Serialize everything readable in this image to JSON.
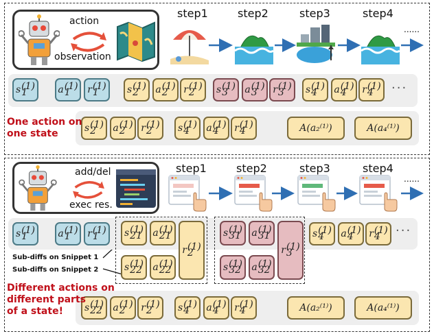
{
  "top": {
    "agent_labels": {
      "action": "action",
      "observation": "observation"
    },
    "steps": [
      "step1",
      "step2",
      "step3",
      "step4"
    ],
    "more": "......",
    "row1": [
      {
        "v": "s",
        "i": "1",
        "c": "blue"
      },
      {
        "v": "a",
        "i": "1",
        "c": "blue"
      },
      {
        "v": "r",
        "i": "1",
        "c": "blue"
      },
      {
        "v": "s",
        "i": "2",
        "c": "yellow"
      },
      {
        "v": "a",
        "i": "2",
        "c": "yellow"
      },
      {
        "v": "r",
        "i": "2",
        "c": "yellow"
      },
      {
        "v": "s",
        "i": "3",
        "c": "pink"
      },
      {
        "v": "a",
        "i": "3",
        "c": "pink"
      },
      {
        "v": "r",
        "i": "3",
        "c": "pink"
      },
      {
        "v": "s",
        "i": "4",
        "c": "yellow"
      },
      {
        "v": "a",
        "i": "4",
        "c": "yellow"
      },
      {
        "v": "r",
        "i": "4",
        "c": "yellow"
      }
    ],
    "row1_more": "···",
    "row2": [
      {
        "v": "s",
        "i": "2",
        "c": "yellow"
      },
      {
        "v": "a",
        "i": "2",
        "c": "yellow"
      },
      {
        "v": "r",
        "i": "2",
        "c": "yellow"
      },
      {
        "v": "s",
        "i": "4",
        "c": "yellow"
      },
      {
        "v": "a",
        "i": "4",
        "c": "yellow"
      },
      {
        "v": "r",
        "i": "4",
        "c": "yellow"
      }
    ],
    "adv": [
      "A(a₂⁽¹⁾)",
      "A(a₄⁽¹⁾)"
    ],
    "note_line1": "One action on",
    "note_line2": "one state"
  },
  "bottom": {
    "agent_labels": {
      "action": "add/del",
      "observation": "exec res."
    },
    "steps": [
      "step1",
      "step2",
      "step3",
      "step4"
    ],
    "more": "......",
    "row1_start": [
      {
        "v": "s",
        "i": "1",
        "c": "blue"
      },
      {
        "v": "a",
        "i": "1",
        "c": "blue"
      },
      {
        "v": "r",
        "i": "1",
        "c": "blue"
      }
    ],
    "group2": {
      "s_top": "21",
      "a_top": "21",
      "s_bot": "22",
      "a_bot": "22",
      "r": "2"
    },
    "group3": {
      "s_top": "31",
      "a_top": "31",
      "s_bot": "32",
      "a_bot": "32",
      "r": "3"
    },
    "row1_end": [
      {
        "v": "s",
        "i": "4",
        "c": "yellow"
      },
      {
        "v": "a",
        "i": "4",
        "c": "yellow"
      },
      {
        "v": "r",
        "i": "4",
        "c": "yellow"
      }
    ],
    "row1_more": "···",
    "snippet1": "Sub-diffs on Snippet 1",
    "snippet2": "Sub-diffs on Snippet 2",
    "row2": [
      {
        "v": "s",
        "i": "22",
        "c": "yellow"
      },
      {
        "v": "a",
        "i": "2",
        "c": "yellow"
      },
      {
        "v": "r",
        "i": "2",
        "c": "yellow"
      },
      {
        "v": "s",
        "i": "4",
        "c": "yellow"
      },
      {
        "v": "a",
        "i": "4",
        "c": "yellow"
      },
      {
        "v": "r",
        "i": "4",
        "c": "yellow"
      }
    ],
    "adv": [
      "A(a₂⁽¹⁾)",
      "A(a₄⁽¹⁾)"
    ],
    "note_lines": [
      "Different actions on",
      "different parts",
      "of a state!"
    ]
  },
  "colors": {
    "blue": "#bcdde8",
    "yellow": "#fbe6b0",
    "pink": "#e6bcc0",
    "note_red": "#c0101a",
    "arrow": "#2f6fb3"
  }
}
